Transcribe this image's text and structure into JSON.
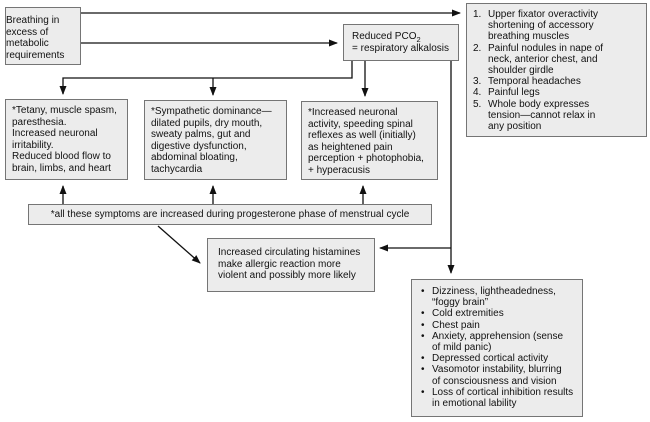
{
  "colors": {
    "box_fill": "#ececec",
    "box_border": "#757575",
    "line": "#111111",
    "background": "#ffffff"
  },
  "diagram": {
    "breathing": {
      "text": "Breathing in\nexcess of\nmetabolic\nrequirements"
    },
    "pco2": {
      "prefix": "Reduced PCO",
      "subscript": "2",
      "line2": "= respiratory alkalosis"
    },
    "fixator": {
      "items": [
        {
          "num": "1.",
          "text": "Upper fixator overactivity\nshortening of accessory\nbreathing muscles"
        },
        {
          "num": "2.",
          "text": "Painful nodules in nape of\nneck, anterior chest, and\nshoulder girdle"
        },
        {
          "num": "3.",
          "text": "Temporal headaches"
        },
        {
          "num": "4.",
          "text": "Painful legs"
        },
        {
          "num": "5.",
          "text": "Whole body expresses\ntension—cannot relax in\nany position"
        }
      ]
    },
    "tetany": {
      "text": "*Tetany, muscle spasm,\nparesthesia.\nIncreased neuronal\nirritability.\nReduced blood flow to\nbrain, limbs, and heart"
    },
    "sympathetic": {
      "text": "*Sympathetic dominance—\ndilated pupils, dry mouth,\nsweaty palms, gut and\ndigestive dysfunction,\nabdominal bloating,\ntachycardia"
    },
    "neuronal": {
      "text": "*Increased neuronal\nactivity, speeding spinal\nreflexes as well (initially)\nas heightened pain\nperception + photophobia,\n+ hyperacusis"
    },
    "menstrual": {
      "text": "*all these symptoms are increased during progesterone phase of menstrual cycle"
    },
    "histamines": {
      "text": "Increased circulating histamines\nmake allergic reaction more\nviolent and possibly more likely"
    },
    "cortical": {
      "bullet": "•",
      "items": [
        "Dizziness, lightheadedness,\n“foggy brain”",
        "Cold extremities",
        "Chest pain",
        "Anxiety, apprehension (sense\nof mild panic)",
        "Depressed cortical activity",
        "Vasomotor instability, blurring\nof consciousness and vision",
        "Loss of cortical inhibition results\nin emotional lability"
      ]
    }
  }
}
